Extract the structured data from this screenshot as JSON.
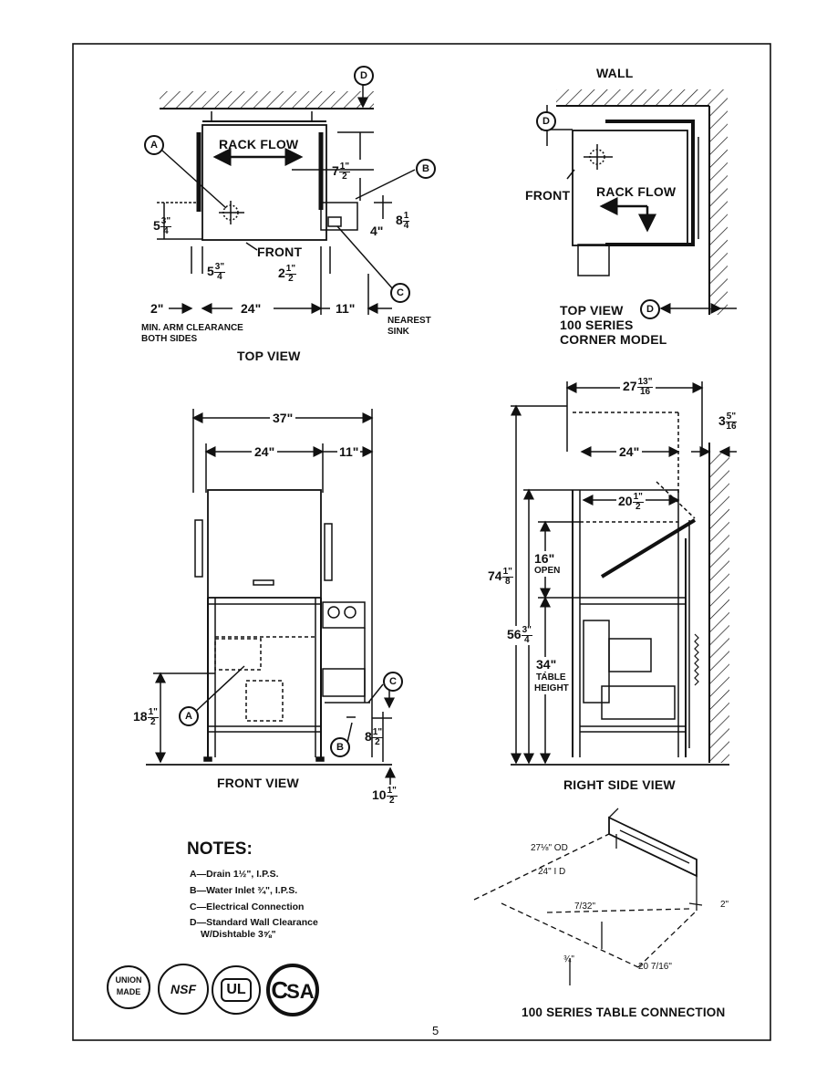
{
  "page_number": "5",
  "top_view": {
    "caption": "TOP VIEW",
    "rack_flow": "RACK FLOW",
    "front": "FRONT",
    "clearance_note": "MIN. ARM CLEARANCE\nBOTH SIDES",
    "nearest_sink": "NEAREST\nSINK",
    "dims": {
      "d7": "7",
      "d8": "8",
      "d4": "4\"",
      "d5a": "5",
      "d5b": "5",
      "d2": "2",
      "left2": "2\"",
      "w24": "24\"",
      "w11": "11\""
    }
  },
  "corner_view": {
    "wall": "WALL",
    "front": "FRONT",
    "rack_flow": "RACK FLOW",
    "caption1": "TOP VIEW",
    "caption2": "100 SERIES",
    "caption3": "CORNER MODEL"
  },
  "front_view": {
    "caption": "FRONT VIEW",
    "w37": "37\"",
    "w24": "24\"",
    "w11": "11\"",
    "h18": "18",
    "h8": "8",
    "h10": "10"
  },
  "side_view": {
    "caption": "RIGHT SIDE VIEW",
    "w27": "27",
    "w24": "24\"",
    "w20": "20",
    "w3": "3",
    "h74": "74",
    "h56": "56",
    "open16": "16\"",
    "open_label": "OPEN",
    "table34": "34\"",
    "table_label1": "TABLE",
    "table_label2": "HEIGHT"
  },
  "notes": {
    "heading": "NOTES:",
    "items": [
      "A—Drain 1½\", I.P.S.",
      "B—Water Inlet ¾\", I.P.S.",
      "C—Electrical Connection",
      "D—Standard Wall Clearance",
      "W/Dishtable 3⅝\""
    ]
  },
  "table_connection": {
    "caption": "100 SERIES TABLE CONNECTION",
    "od": "27⅛\" OD",
    "id": "24\" I D",
    "d7_32": "7/32\"",
    "d2": "2\"",
    "d3_4": "¾\"",
    "d20": "20 7/16\""
  },
  "logos": {
    "union": "UNION\nMADE",
    "nsf": "NSF",
    "ul": "UL",
    "csa": "SA"
  },
  "callouts": [
    "A",
    "B",
    "C",
    "D"
  ]
}
